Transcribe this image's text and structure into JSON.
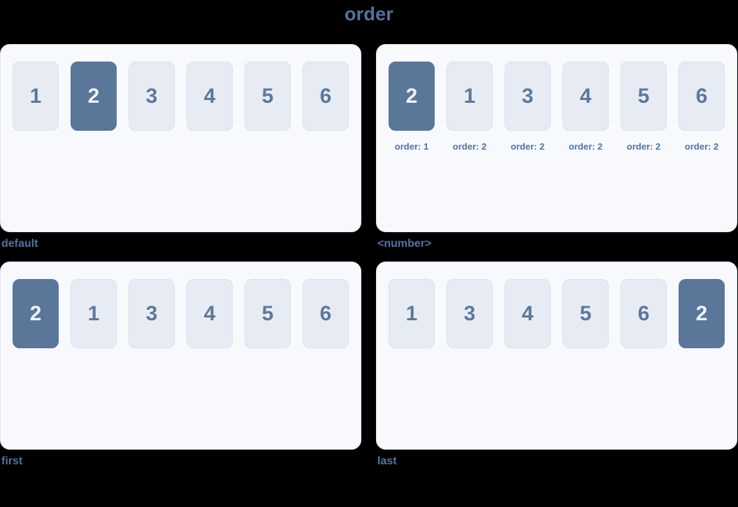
{
  "title": "order",
  "colors": {
    "page_background": "#000000",
    "panel_background": "#f7f9fc",
    "panel_border": "#e3e8f1",
    "box_background": "#e7ecf4",
    "box_border": "#d9e1ed",
    "highlight_background": "#5a7698",
    "number_text": "#5d7899",
    "highlight_number_text": "#eef2f8",
    "heading_text": "#54729e",
    "caption_text": "#54739f"
  },
  "panels": [
    {
      "caption": "default",
      "boxes": [
        {
          "label": "1",
          "highlight": false
        },
        {
          "label": "2",
          "highlight": true
        },
        {
          "label": "3",
          "highlight": false
        },
        {
          "label": "4",
          "highlight": false
        },
        {
          "label": "5",
          "highlight": false
        },
        {
          "label": "6",
          "highlight": false
        }
      ]
    },
    {
      "caption": "<number>",
      "boxes": [
        {
          "label": "2",
          "highlight": true,
          "order_label": "order: 1"
        },
        {
          "label": "1",
          "highlight": false,
          "order_label": "order: 2"
        },
        {
          "label": "3",
          "highlight": false,
          "order_label": "order: 2"
        },
        {
          "label": "4",
          "highlight": false,
          "order_label": "order: 2"
        },
        {
          "label": "5",
          "highlight": false,
          "order_label": "order: 2"
        },
        {
          "label": "6",
          "highlight": false,
          "order_label": "order: 2"
        }
      ]
    },
    {
      "caption": "first",
      "boxes": [
        {
          "label": "2",
          "highlight": true
        },
        {
          "label": "1",
          "highlight": false
        },
        {
          "label": "3",
          "highlight": false
        },
        {
          "label": "4",
          "highlight": false
        },
        {
          "label": "5",
          "highlight": false
        },
        {
          "label": "6",
          "highlight": false
        }
      ]
    },
    {
      "caption": "last",
      "boxes": [
        {
          "label": "1",
          "highlight": false
        },
        {
          "label": "3",
          "highlight": false
        },
        {
          "label": "4",
          "highlight": false
        },
        {
          "label": "5",
          "highlight": false
        },
        {
          "label": "6",
          "highlight": false
        },
        {
          "label": "2",
          "highlight": true
        }
      ]
    }
  ]
}
